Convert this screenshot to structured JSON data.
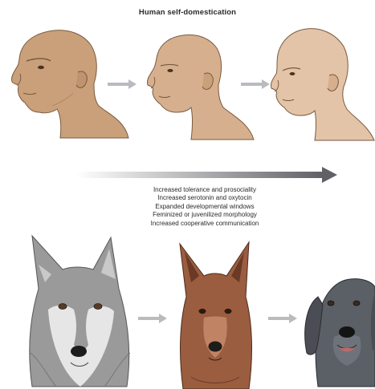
{
  "title": "Human self-domestication",
  "traits": [
    "Increased tolerance and prosociality",
    "Increased serotonin and oxytocin",
    "Expanded developmental windows",
    "Feminized or juvenilized morphology",
    "Increased cooperative communication"
  ],
  "colors": {
    "skin_early": "#c9a07a",
    "skin_mid": "#d6b08e",
    "skin_modern": "#e3c4a8",
    "arrow": "#b9bbbf",
    "wolf_fur": "#9a9a9a",
    "dingo_fur": "#9b5d40",
    "dog_fur": "#5b5f66"
  },
  "icons": [
    "archaic-human-head-icon",
    "intermediate-human-head-icon",
    "modern-human-head-icon",
    "wolf-head-icon",
    "dingo-head-icon",
    "domestic-dog-head-icon",
    "arrow-right-icon",
    "gradient-arrow-icon"
  ]
}
